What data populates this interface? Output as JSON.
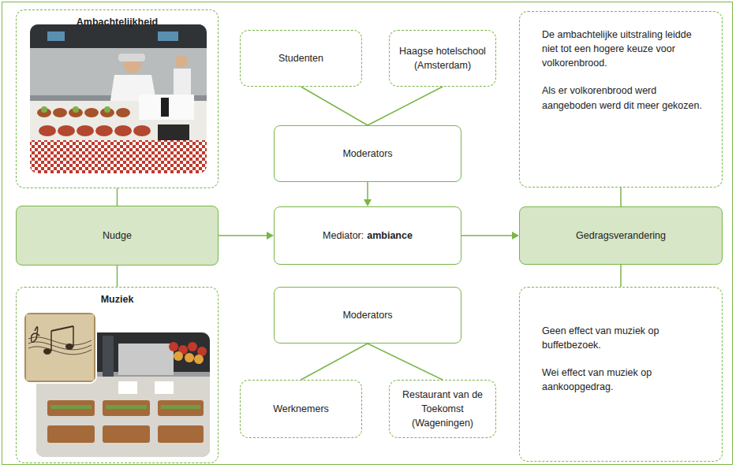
{
  "diagram": {
    "nodes": [
      {
        "text": [
          "Ambachtelijkheid"
        ]
      },
      {
        "text": [
          "Studenten"
        ]
      },
      {
        "text": [
          "Haagse hotelschool (Amsterdam)"
        ]
      },
      {
        "text": [
          "De ambachtelijke uitstraling leidde niet tot een hogere keuze voor volkorenbrood.",
          "Als er volkorenbrood werd aangeboden werd dit meer gekozen."
        ]
      },
      {
        "text": [
          "Moderators"
        ]
      },
      {
        "text": [
          "Nudge"
        ]
      },
      {
        "text": [
          "Mediator:",
          "ambiance"
        ]
      },
      {
        "text": [
          "Gedragsverandering"
        ]
      },
      {
        "text": [
          "Moderators"
        ]
      },
      {
        "text": [
          "Werknemers"
        ]
      },
      {
        "text": [
          "Restaurant van de Toekomst (Wageningen)"
        ]
      },
      {
        "text": [
          "Muziek"
        ]
      },
      {
        "text": [
          "Geen effect van muziek op buffetbezoek.",
          "Wei effect van muziek op aankoopgedrag."
        ]
      }
    ],
    "edges": [
      {
        "from": 0,
        "to": 5,
        "arrow": "none"
      },
      {
        "from": 11,
        "to": 5,
        "arrow": "none"
      },
      {
        "from": 1,
        "to": 4,
        "arrow": "none"
      },
      {
        "from": 2,
        "to": 4,
        "arrow": "none"
      },
      {
        "from": 4,
        "to": 6,
        "arrow": "to"
      },
      {
        "from": 5,
        "to": 6,
        "arrow": "to"
      },
      {
        "from": 6,
        "to": 7,
        "arrow": "to"
      },
      {
        "from": 3,
        "to": 7,
        "arrow": "none"
      },
      {
        "from": 12,
        "to": 7,
        "arrow": "none"
      },
      {
        "from": 8,
        "to": 9,
        "arrow": "none"
      },
      {
        "from": 8,
        "to": 10,
        "arrow": "none"
      }
    ]
  }
}
